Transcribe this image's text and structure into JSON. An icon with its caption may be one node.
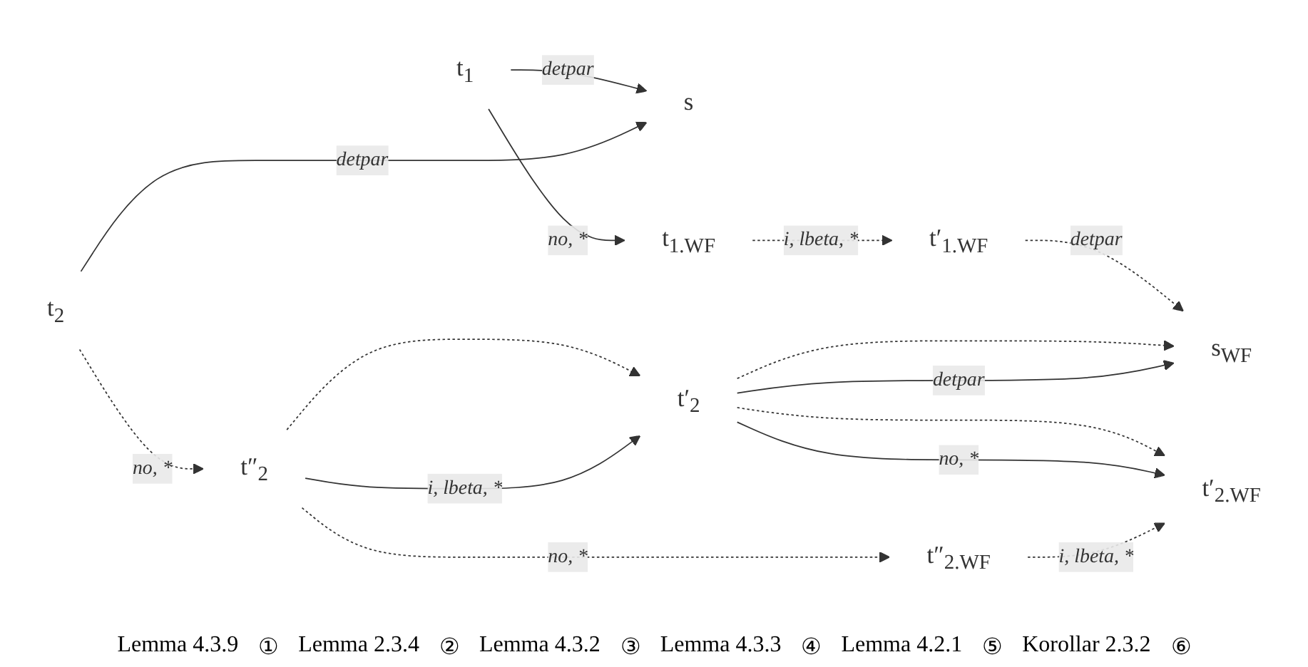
{
  "diagram": {
    "nodes": [
      {
        "text": [
          "t$_{1}$"
        ]
      },
      {
        "text": [
          "s"
        ]
      },
      {
        "text": [
          "t$_{2}$"
        ]
      },
      {
        "text": [
          "t$_{1.WF}$"
        ]
      },
      {
        "text": [
          "t′$_{1.WF}$"
        ]
      },
      {
        "text": [
          "s$_{WF}$"
        ]
      },
      {
        "text": [
          "t′$_{2}$"
        ]
      },
      {
        "text": [
          "t″$_{2}$"
        ]
      },
      {
        "text": [
          "t′$_{2.WF}$"
        ]
      },
      {
        "text": [
          "t″$_{2.WF}$"
        ]
      }
    ],
    "edges": [
      {
        "from": 0,
        "to": 1,
        "arrow": "to",
        "label": "detpar"
      },
      {
        "from": 2,
        "to": 1,
        "arrow": "to",
        "label": "detpar"
      },
      {
        "from": 0,
        "to": 3,
        "arrow": "to",
        "label": "no, *"
      },
      {
        "from": 2,
        "to": 7,
        "arrow": "to",
        "label": "no, *",
        "style": "dashed"
      },
      {
        "from": 3,
        "to": 4,
        "arrow": "to",
        "label": "i, lbeta, *",
        "style": "dashed"
      },
      {
        "from": 4,
        "to": 5,
        "arrow": "to",
        "label": "detpar",
        "style": "dashed"
      },
      {
        "from": 6,
        "to": 5,
        "arrow": "to",
        "style": "dashed"
      },
      {
        "from": 6,
        "to": 5,
        "arrow": "to",
        "label": "detpar"
      },
      {
        "from": 7,
        "to": 6,
        "arrow": "to",
        "style": "dashed"
      },
      {
        "from": 7,
        "to": 6,
        "arrow": "to",
        "label": "i, lbeta, *"
      },
      {
        "from": 6,
        "to": 8,
        "arrow": "to",
        "style": "dashed"
      },
      {
        "from": 6,
        "to": 8,
        "arrow": "to",
        "label": "no, *"
      },
      {
        "from": 7,
        "to": 9,
        "arrow": "to",
        "label": "no, *",
        "style": "dashed"
      },
      {
        "from": 9,
        "to": 8,
        "arrow": "to",
        "label": "i, lbeta, *",
        "style": "dashed"
      }
    ],
    "labels": [
      "Lemma 4.3.9",
      "①",
      "Lemma 2.3.4",
      "②",
      "Lemma 4.3.2",
      "③",
      "Lemma 4.3.3",
      "④",
      "Lemma 4.2.1",
      "⑤",
      "Korollar 2.3.2",
      "⑥"
    ]
  }
}
